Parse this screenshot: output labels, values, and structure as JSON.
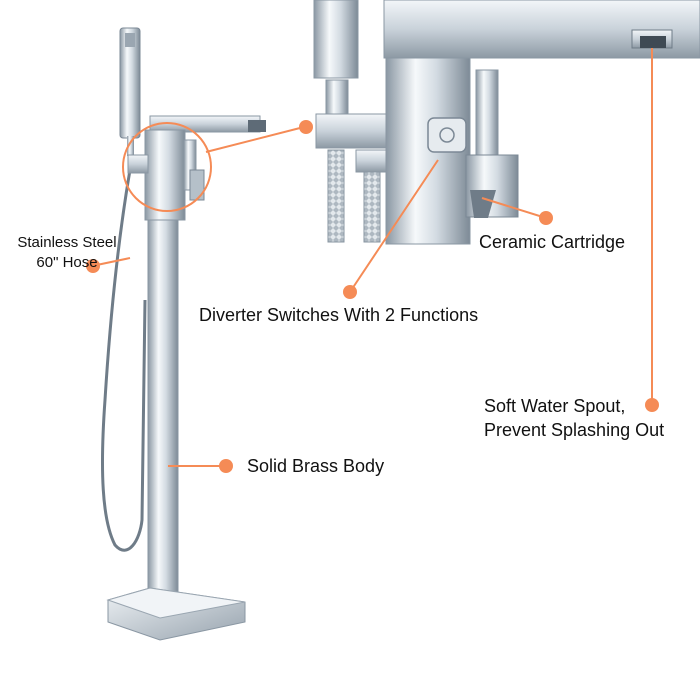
{
  "labels": {
    "hose_line1": "Stainless Steel",
    "hose_line2": "60\" Hose",
    "body": "Solid Brass Body",
    "diverter": "Diverter Switches With 2 Functions",
    "ceramic": "Ceramic Cartridge",
    "spout_line1": "Soft Water Spout,",
    "spout_line2": "Prevent Splashing Out"
  },
  "colors": {
    "callout": "#f58b56",
    "chrome_light": "#f4f7fa",
    "chrome_mid": "#c9d2da",
    "chrome_dark": "#7b8895"
  }
}
